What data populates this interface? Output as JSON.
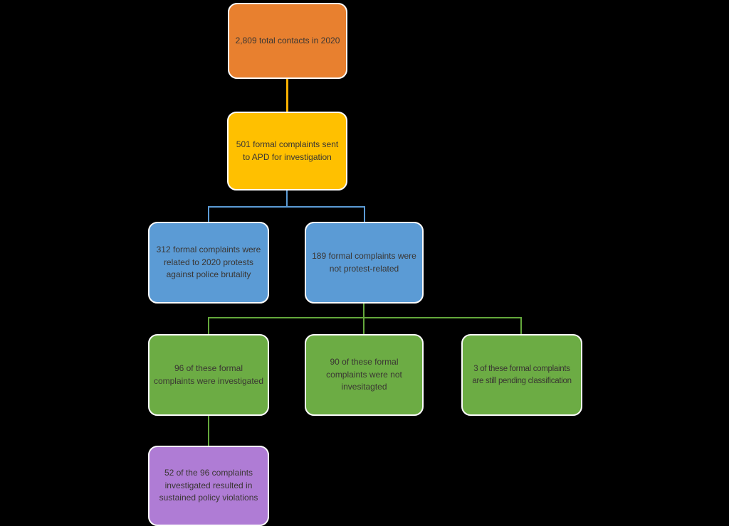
{
  "canvas": {
    "background": "#000000",
    "text_color": "#3A3633"
  },
  "palette": {
    "orange": "#E8802F",
    "gold": "#FFC000",
    "blue": "#5B9BD5",
    "green": "#6CAC44",
    "purple": "#AF7CD5",
    "box_border": "#FCFCFC",
    "line_gold": "#F9B000",
    "line_blue": "#5B9BD5",
    "line_green": "#64A83C"
  },
  "nodes": [
    {
      "id": "total-contacts-2020",
      "color_key": "orange",
      "label": "2,809 total contacts in 2020",
      "lines": [
        "2,809 total contacts in 2020"
      ]
    },
    {
      "id": "formal-complaints-sent",
      "color_key": "gold",
      "label": "501 formal complaints sent to APD for investigation",
      "lines": [
        "501 formal complaints sent",
        "to APD for investigation"
      ]
    },
    {
      "id": "protest-related-complaints",
      "color_key": "blue",
      "label": "312 formal complaints were related to 2020 protests against police brutality",
      "lines": [
        "312 formal complaints were",
        "related to 2020 protests",
        "against police brutality"
      ]
    },
    {
      "id": "not-protest-related-complaints",
      "color_key": "blue",
      "label": "189 formal complaints were not protest-related",
      "lines": [
        "189 formal complaints were",
        "not protest-related"
      ]
    },
    {
      "id": "complaints-investigated",
      "color_key": "green",
      "label": "96 of these formal complaints were investigated",
      "lines": [
        "96 of these formal",
        "complaints were investigated"
      ]
    },
    {
      "id": "complaints-not-investigated",
      "color_key": "green",
      "label": "90 of these formal complaints were not invesitagted",
      "lines": [
        "90 of these formal",
        "complaints were not",
        "invesitagted"
      ]
    },
    {
      "id": "complaints-pending-classification",
      "color_key": "green",
      "label": "3 of these formal complaints are still pending classification",
      "lines": [
        "3 of these formal complaints",
        "are still pending classification"
      ]
    },
    {
      "id": "sustained-policy-violations",
      "color_key": "purple",
      "label": "52 of the 96 complaints investigated resulted in sustained policy violations",
      "lines": [
        "52 of the 96 complaints",
        "investigated resulted in",
        "sustained policy violations"
      ]
    }
  ],
  "connectors": [
    {
      "id": "contacts-to-complaints",
      "color_key": "line_gold"
    },
    {
      "id": "complaints-to-blue-stem",
      "color_key": "line_blue"
    },
    {
      "id": "blue-branch-horizontal",
      "color_key": "line_blue"
    },
    {
      "id": "blue-branch-left-drop",
      "color_key": "line_blue"
    },
    {
      "id": "blue-branch-right-drop",
      "color_key": "line_blue"
    },
    {
      "id": "not-protest-to-green-stem",
      "color_key": "line_green"
    },
    {
      "id": "green-branch-horizontal",
      "color_key": "line_green"
    },
    {
      "id": "green-branch-left-drop",
      "color_key": "line_green"
    },
    {
      "id": "green-branch-middle-drop",
      "color_key": "line_green"
    },
    {
      "id": "green-branch-right-drop",
      "color_key": "line_green"
    },
    {
      "id": "investigated-to-sustained",
      "color_key": "line_green"
    }
  ]
}
